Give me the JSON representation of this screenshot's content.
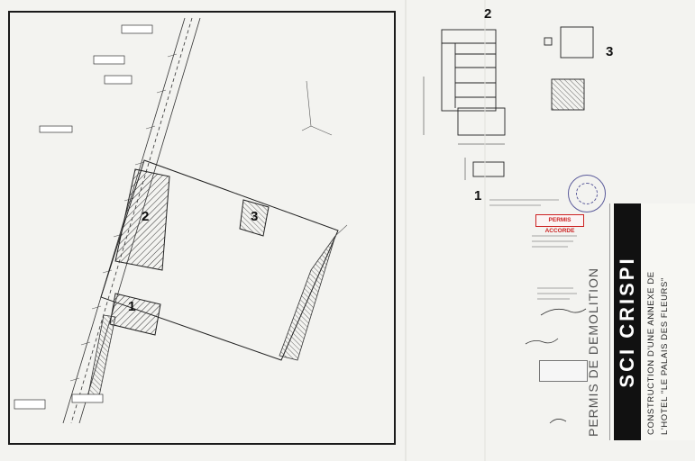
{
  "labels": {
    "building_1": "1",
    "building_2": "2",
    "building_3": "3",
    "detail_2_num": "2",
    "detail_3_num": "3",
    "detail_1_num": "1"
  },
  "permit_stamp": "PERMIS ACCORDE",
  "demolition_text": "PERMIS DE DEMOLITION",
  "title_block": {
    "company": "SCI CRISPI",
    "line1": "CONSTRUCTION D'UNE ANNEXE DE",
    "line2": "L'HOTEL \"LE PALAIS DES FLEURS\""
  },
  "colors": {
    "ink": "#1a1a1a",
    "hatch": "#333333",
    "stamp_red": "#cc2222",
    "seal_blue": "#5a5a9a"
  }
}
